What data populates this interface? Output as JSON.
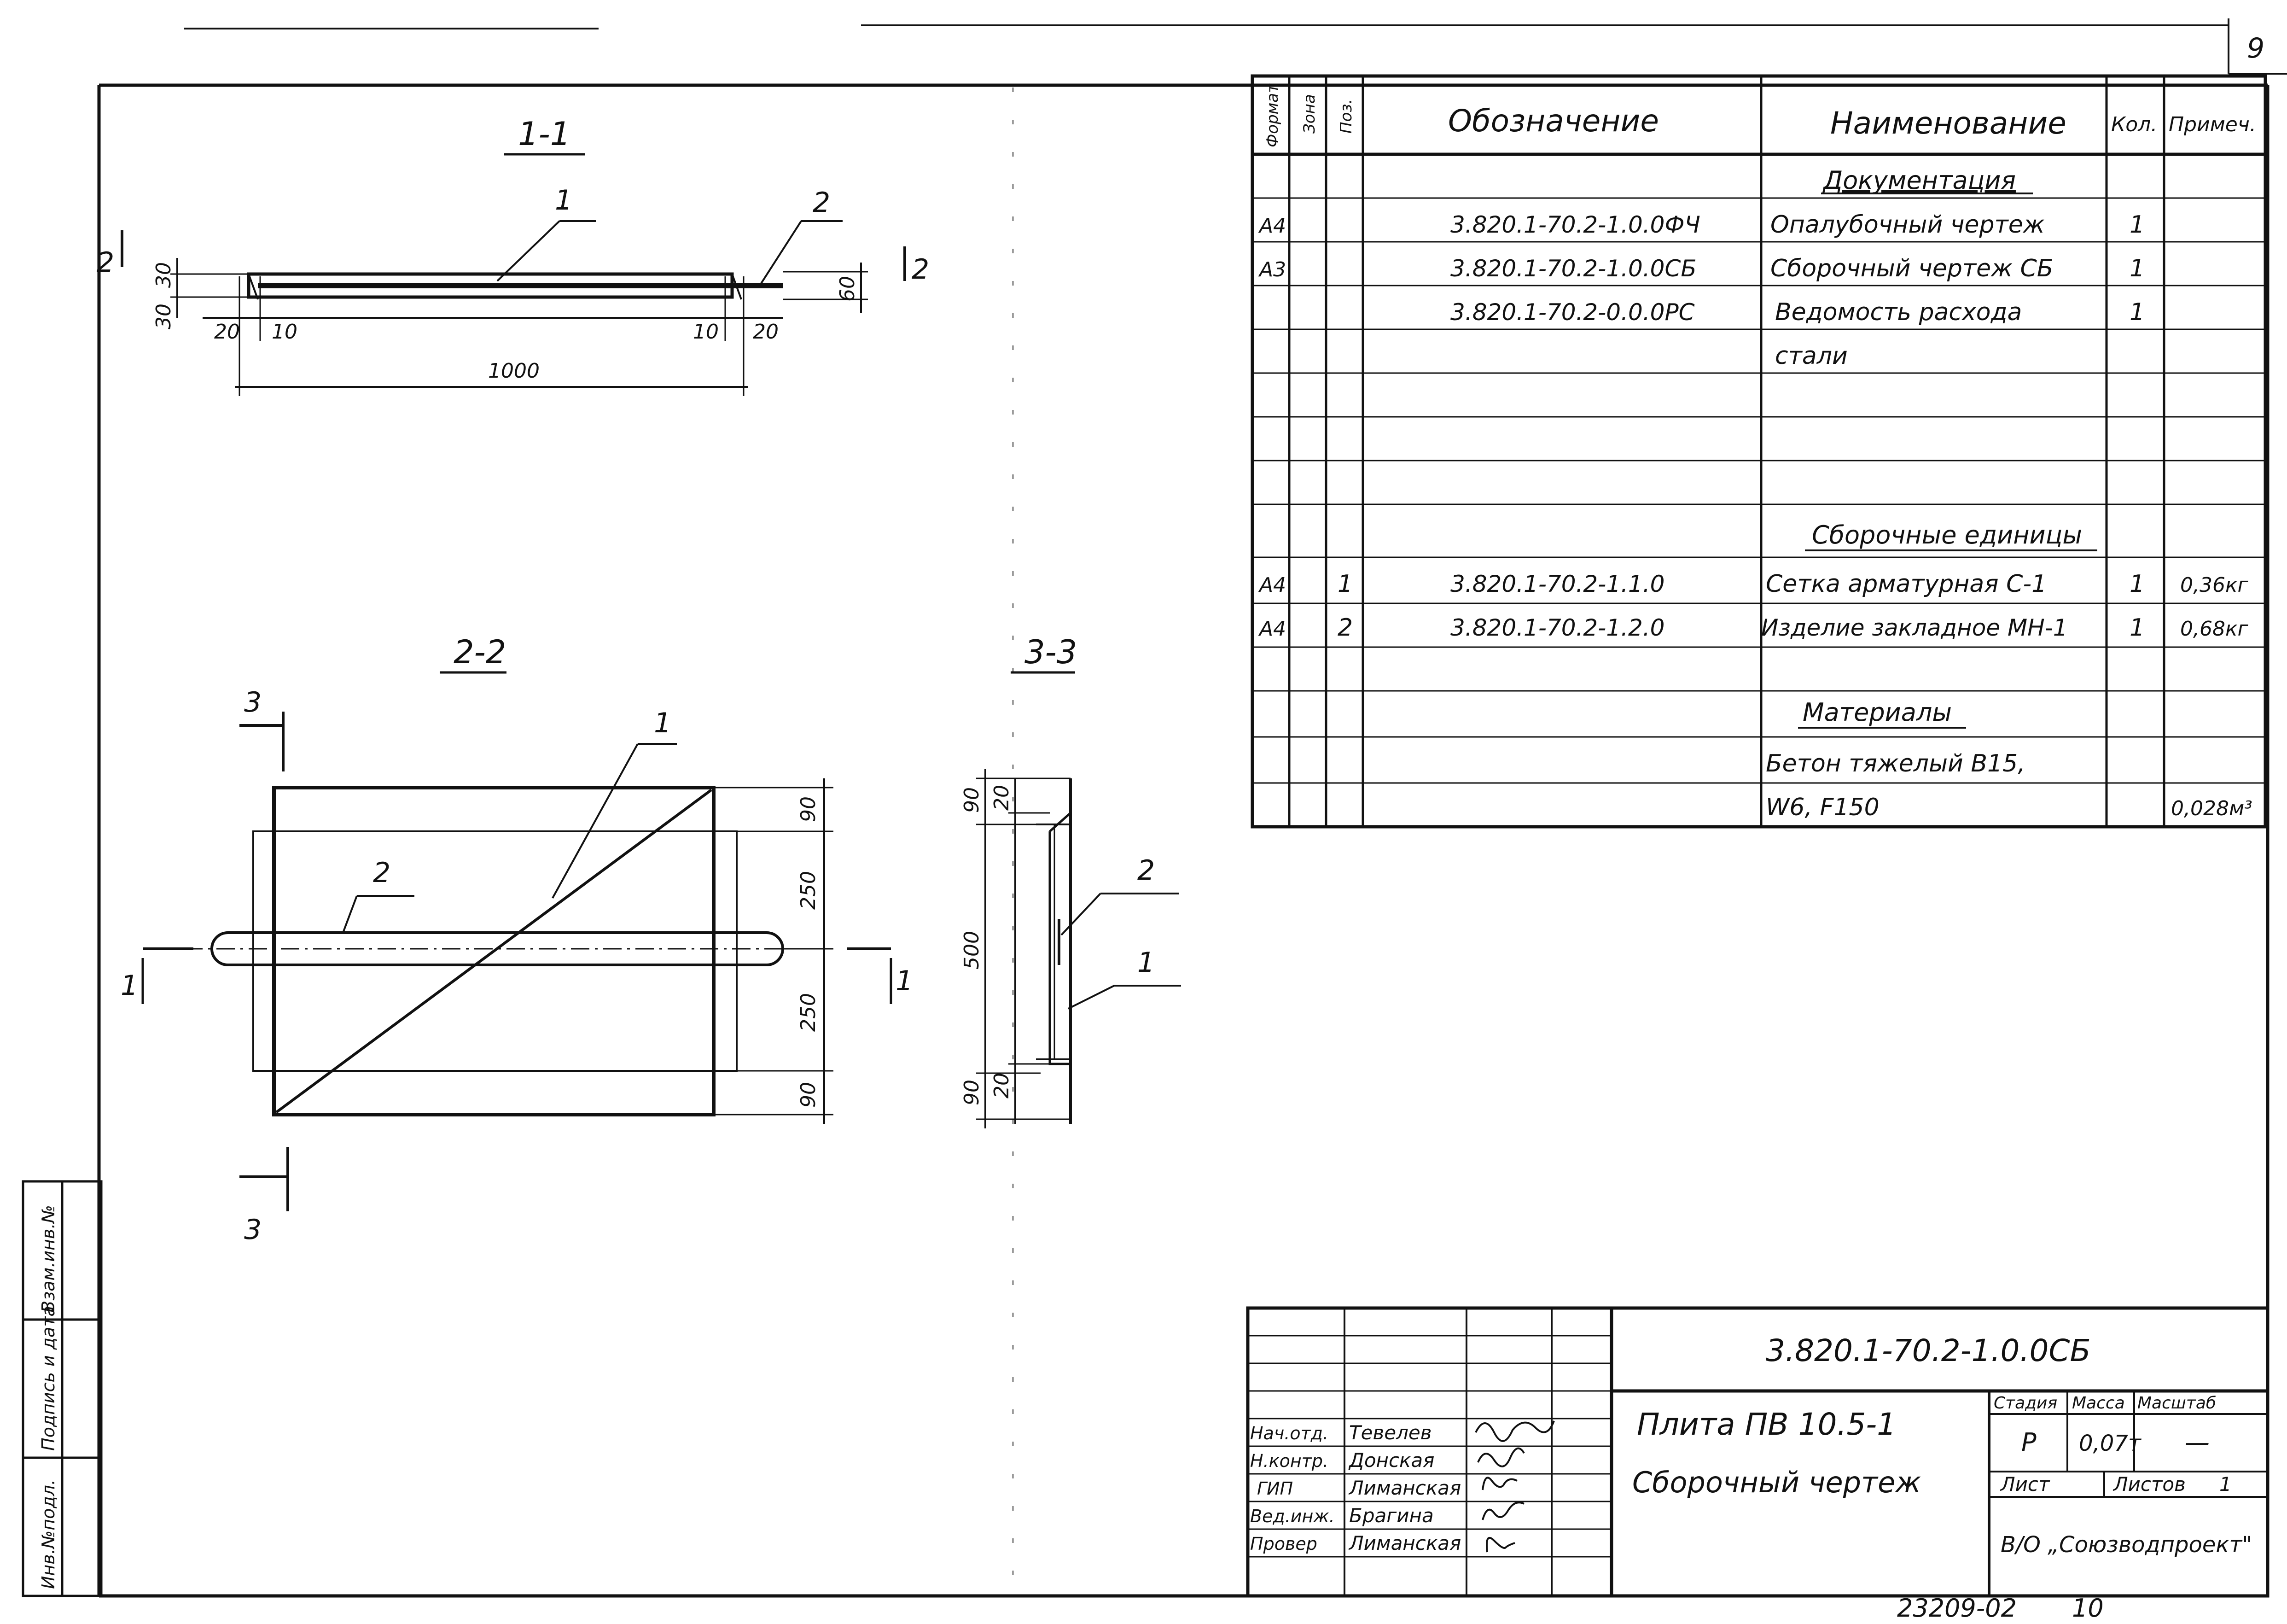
{
  "page_corner_number": "9",
  "drawings": {
    "section_1_1": {
      "title": "1-1",
      "callout_1": "1",
      "callout_2": "2",
      "cut_marker_left": "2",
      "cut_marker_right": "2",
      "dim_thickness_top": "30",
      "dim_thickness_bottom": "30",
      "dim_height_right": "60",
      "dim_left_offset": "20",
      "dim_left_inner": "10",
      "dim_right_inner": "10",
      "dim_right_offset": "20",
      "dim_length": "1000"
    },
    "section_2_2": {
      "title": "2-2",
      "callout_1": "1",
      "callout_2": "2",
      "cut_3_top": "3",
      "cut_3_bottom": "3",
      "cut_1_left": "1",
      "cut_1_right": "1",
      "dim_top": "90",
      "dim_upper_mid": "250",
      "dim_lower_mid": "250",
      "dim_bottom": "90"
    },
    "section_3_3": {
      "title": "3-3",
      "callout_1": "1",
      "callout_2": "2",
      "dim_top_outer": "90",
      "dim_top_inner": "20",
      "dim_height": "500",
      "dim_bottom_outer": "90",
      "dim_bottom_inner": "20"
    }
  },
  "spec_table": {
    "headers": {
      "format": "Формат",
      "zone": "Зона",
      "pos": "Поз.",
      "designation": "Обозначение",
      "name": "Наименование",
      "qty": "Кол.",
      "note": "Примеч."
    },
    "rows": [
      {
        "format": "",
        "zone": "",
        "pos": "",
        "designation": "",
        "name": "Документация",
        "qty": "",
        "note": "",
        "heading": true
      },
      {
        "format": "А4",
        "zone": "",
        "pos": "",
        "designation": "3.820.1-70.2-1.0.0ФЧ",
        "name": "Опалубочный чертеж",
        "qty": "1",
        "note": ""
      },
      {
        "format": "А3",
        "zone": "",
        "pos": "",
        "designation": "3.820.1-70.2-1.0.0СБ",
        "name": "Сборочный чертеж СБ",
        "qty": "1",
        "note": ""
      },
      {
        "format": "",
        "zone": "",
        "pos": "",
        "designation": "3.820.1-70.2-0.0.0РС",
        "name": "Ведомость расхода",
        "qty": "1",
        "note": ""
      },
      {
        "format": "",
        "zone": "",
        "pos": "",
        "designation": "",
        "name": "стали",
        "qty": "",
        "note": ""
      },
      {
        "format": "",
        "zone": "",
        "pos": "",
        "designation": "",
        "name": "",
        "qty": "",
        "note": ""
      },
      {
        "format": "",
        "zone": "",
        "pos": "",
        "designation": "",
        "name": "",
        "qty": "",
        "note": ""
      },
      {
        "format": "",
        "zone": "",
        "pos": "",
        "designation": "",
        "name": "",
        "qty": "",
        "note": ""
      },
      {
        "format": "",
        "zone": "",
        "pos": "",
        "designation": "",
        "name": "Сборочные единицы",
        "qty": "",
        "note": "",
        "heading": true
      },
      {
        "format": "А4",
        "zone": "",
        "pos": "1",
        "designation": "3.820.1-70.2-1.1.0",
        "name": "Сетка арматурная С-1",
        "qty": "1",
        "note": "0,36кг"
      },
      {
        "format": "А4",
        "zone": "",
        "pos": "2",
        "designation": "3.820.1-70.2-1.2.0",
        "name": "Изделие закладное МН-1",
        "qty": "1",
        "note": "0,68кг"
      },
      {
        "format": "",
        "zone": "",
        "pos": "",
        "designation": "",
        "name": "",
        "qty": "",
        "note": ""
      },
      {
        "format": "",
        "zone": "",
        "pos": "",
        "designation": "",
        "name": "Материалы",
        "qty": "",
        "note": "",
        "heading": true
      },
      {
        "format": "",
        "zone": "",
        "pos": "",
        "designation": "",
        "name": "Бетон тяжелый В15,",
        "qty": "",
        "note": ""
      },
      {
        "format": "",
        "zone": "",
        "pos": "",
        "designation": "",
        "name": "W6, F150",
        "qty": "",
        "note": "0,028м³"
      }
    ]
  },
  "title_block": {
    "document_code": "3.820.1-70.2-1.0.0СБ",
    "item_name": "Плита ПВ 10.5-1",
    "doc_type": "Сборочный чертеж",
    "stage_label": "Стадия",
    "stage_value": "Р",
    "mass_label": "Масса",
    "mass_value": "0,07т",
    "scale_label": "Масштаб",
    "scale_value": "—",
    "sheet_label": "Лист",
    "sheets_label": "Листов",
    "sheets_value": "1",
    "organization": "В/О „Союзводпроект\"",
    "signatures": [
      {
        "role": "Нач.отд.",
        "name": "Тевелев"
      },
      {
        "role": "Н.контр.",
        "name": "Донская"
      },
      {
        "role": "ГИП",
        "name": "Лиманская"
      },
      {
        "role": "Вед.инж.",
        "name": "Брагина"
      },
      {
        "role": "Провер",
        "name": "Лиманская"
      }
    ]
  },
  "side_stamp": {
    "inv_orig": "Инв.№подл.",
    "sign_date": "Подпись и дата",
    "inv_replace": "Взам.инв.№"
  },
  "bottom_number": "23209-02",
  "bottom_sheet": "10"
}
